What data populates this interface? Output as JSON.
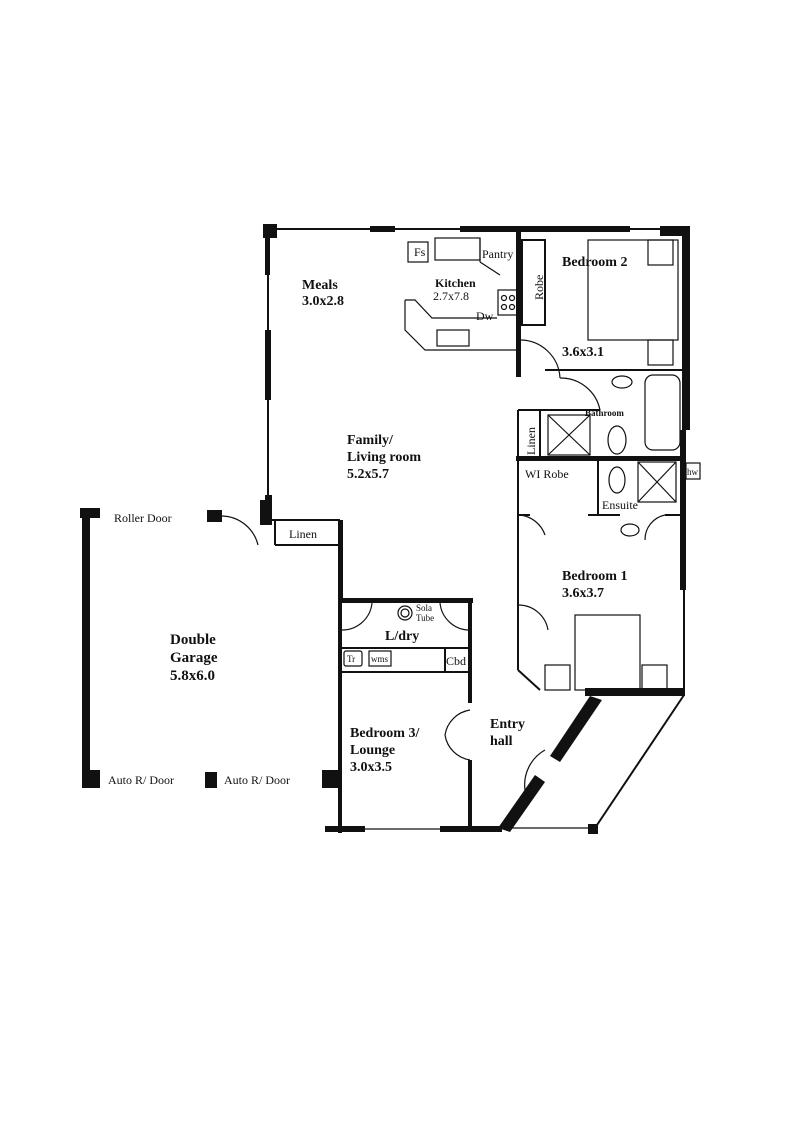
{
  "rooms": {
    "meals": {
      "name": "Meals",
      "size": "3.0x2.8"
    },
    "kitchen": {
      "name": "Kitchen",
      "size": "2.7x7.8"
    },
    "pantry": "Pantry",
    "fridge": "Fs",
    "dishwasher": "Dw",
    "robe": "Robe",
    "bedroom2": {
      "name": "Bedroom 2",
      "size": "3.6x3.1"
    },
    "bathroom": "Bathroom",
    "linen_bath": "Linen",
    "family": {
      "name1": "Family/",
      "name2": "Living room",
      "size": "5.2x5.7"
    },
    "wi_robe": "WI Robe",
    "ensuite": "Ensuite",
    "hw": "hw",
    "bedroom1": {
      "name": "Bedroom 1",
      "size": "3.6x3.7"
    },
    "linen_hall": "Linen",
    "garage": {
      "name1": "Double",
      "name2": "Garage",
      "size": "5.8x6.0"
    },
    "roller_door": "Roller Door",
    "auto_door_1": "Auto R/ Door",
    "auto_door_2": "Auto R/ Door",
    "sola_tube": {
      "line1": "Sola",
      "line2": "Tube"
    },
    "laundry": "L/dry",
    "trough": "Tr",
    "washer": "wms",
    "cupboard": "Cbd",
    "bedroom3": {
      "name1": "Bedroom 3/",
      "name2": "Lounge",
      "size": "3.0x3.5"
    },
    "entry": {
      "name1": "Entry",
      "name2": "hall"
    }
  }
}
